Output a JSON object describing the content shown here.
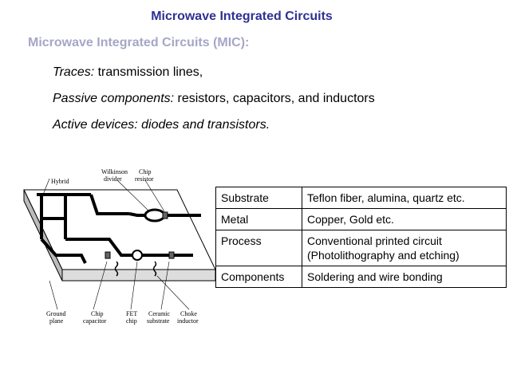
{
  "slide": {
    "title": "Microwave Integrated Circuits",
    "subtitle": "Microwave Integrated Circuits (MIC):",
    "bullets": [
      {
        "label": "Traces:",
        "text": " transmission lines,"
      },
      {
        "label": "Passive components:",
        "text": " resistors, capacitors, and inductors"
      },
      {
        "label": "Active devices: diodes and transistors.",
        "text": ""
      }
    ]
  },
  "figure": {
    "labels": {
      "hybrid": "Hybrid",
      "wilkinson_1": "Wilkinson",
      "wilkinson_2": "divider",
      "chip_res_1": "Chip",
      "chip_res_2": "resistor",
      "ground_1": "Ground",
      "ground_2": "plane",
      "chip_cap_1": "Chip",
      "chip_cap_2": "capacitor",
      "fet_1": "FET",
      "fet_2": "chip",
      "ceramic_1": "Ceramic",
      "ceramic_2": "substrate",
      "choke_1": "Choke",
      "choke_2": "inductor"
    }
  },
  "table": {
    "rows": [
      {
        "key": "Substrate",
        "value": "Teflon fiber, alumina, quartz etc."
      },
      {
        "key": "Metal",
        "value": "Copper, Gold etc."
      },
      {
        "key": "Process",
        "value": "Conventional printed circuit\n(Photolithography and etching)"
      },
      {
        "key": "Components",
        "value": "Soldering and wire bonding"
      }
    ]
  }
}
